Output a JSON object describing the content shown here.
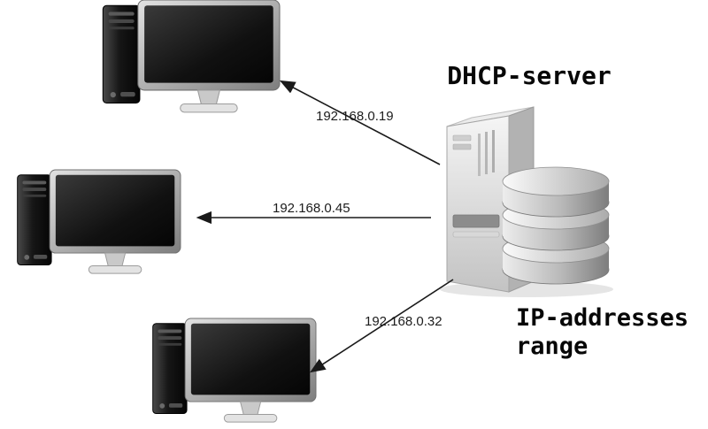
{
  "diagram": {
    "title": "DHCP-server",
    "range_label": {
      "line1": "IP-addresses",
      "line2": "range"
    },
    "connections": [
      {
        "ip": "192.168.0.19",
        "target": "client-computer-top"
      },
      {
        "ip": "192.168.0.45",
        "target": "client-computer-middle"
      },
      {
        "ip": "192.168.0.32",
        "target": "client-computer-bottom"
      }
    ],
    "nodes": {
      "server": "DHCP server with IP address database",
      "clients": [
        "client-computer-top",
        "client-computer-middle",
        "client-computer-bottom"
      ]
    },
    "colors": {
      "background": "#ffffff",
      "arrow": "#1a1a1a",
      "text": "#1c1c1c"
    }
  }
}
